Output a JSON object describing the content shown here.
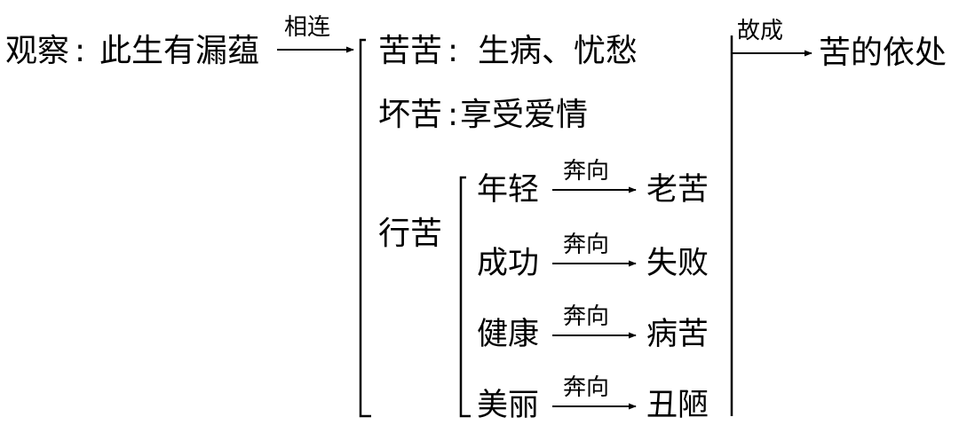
{
  "diagram": {
    "observe": {
      "label": "观察",
      "sep": ":",
      "text": "此生有漏蕴"
    },
    "connect_label": "相连",
    "items": [
      {
        "name": "苦苦",
        "sep": ":",
        "desc": "生病、忧愁"
      },
      {
        "name": "坏苦",
        "sep": ":",
        "desc": "享受爱情"
      },
      {
        "name": "行苦"
      }
    ],
    "pairs_arrow_label": "奔向",
    "pairs": [
      {
        "from": "年轻",
        "to": "老苦"
      },
      {
        "from": "成功",
        "to": "失败"
      },
      {
        "from": "健康",
        "to": "病苦"
      },
      {
        "from": "美丽",
        "to": "丑陋"
      }
    ],
    "result_label": "故成",
    "result": "苦的依处"
  }
}
